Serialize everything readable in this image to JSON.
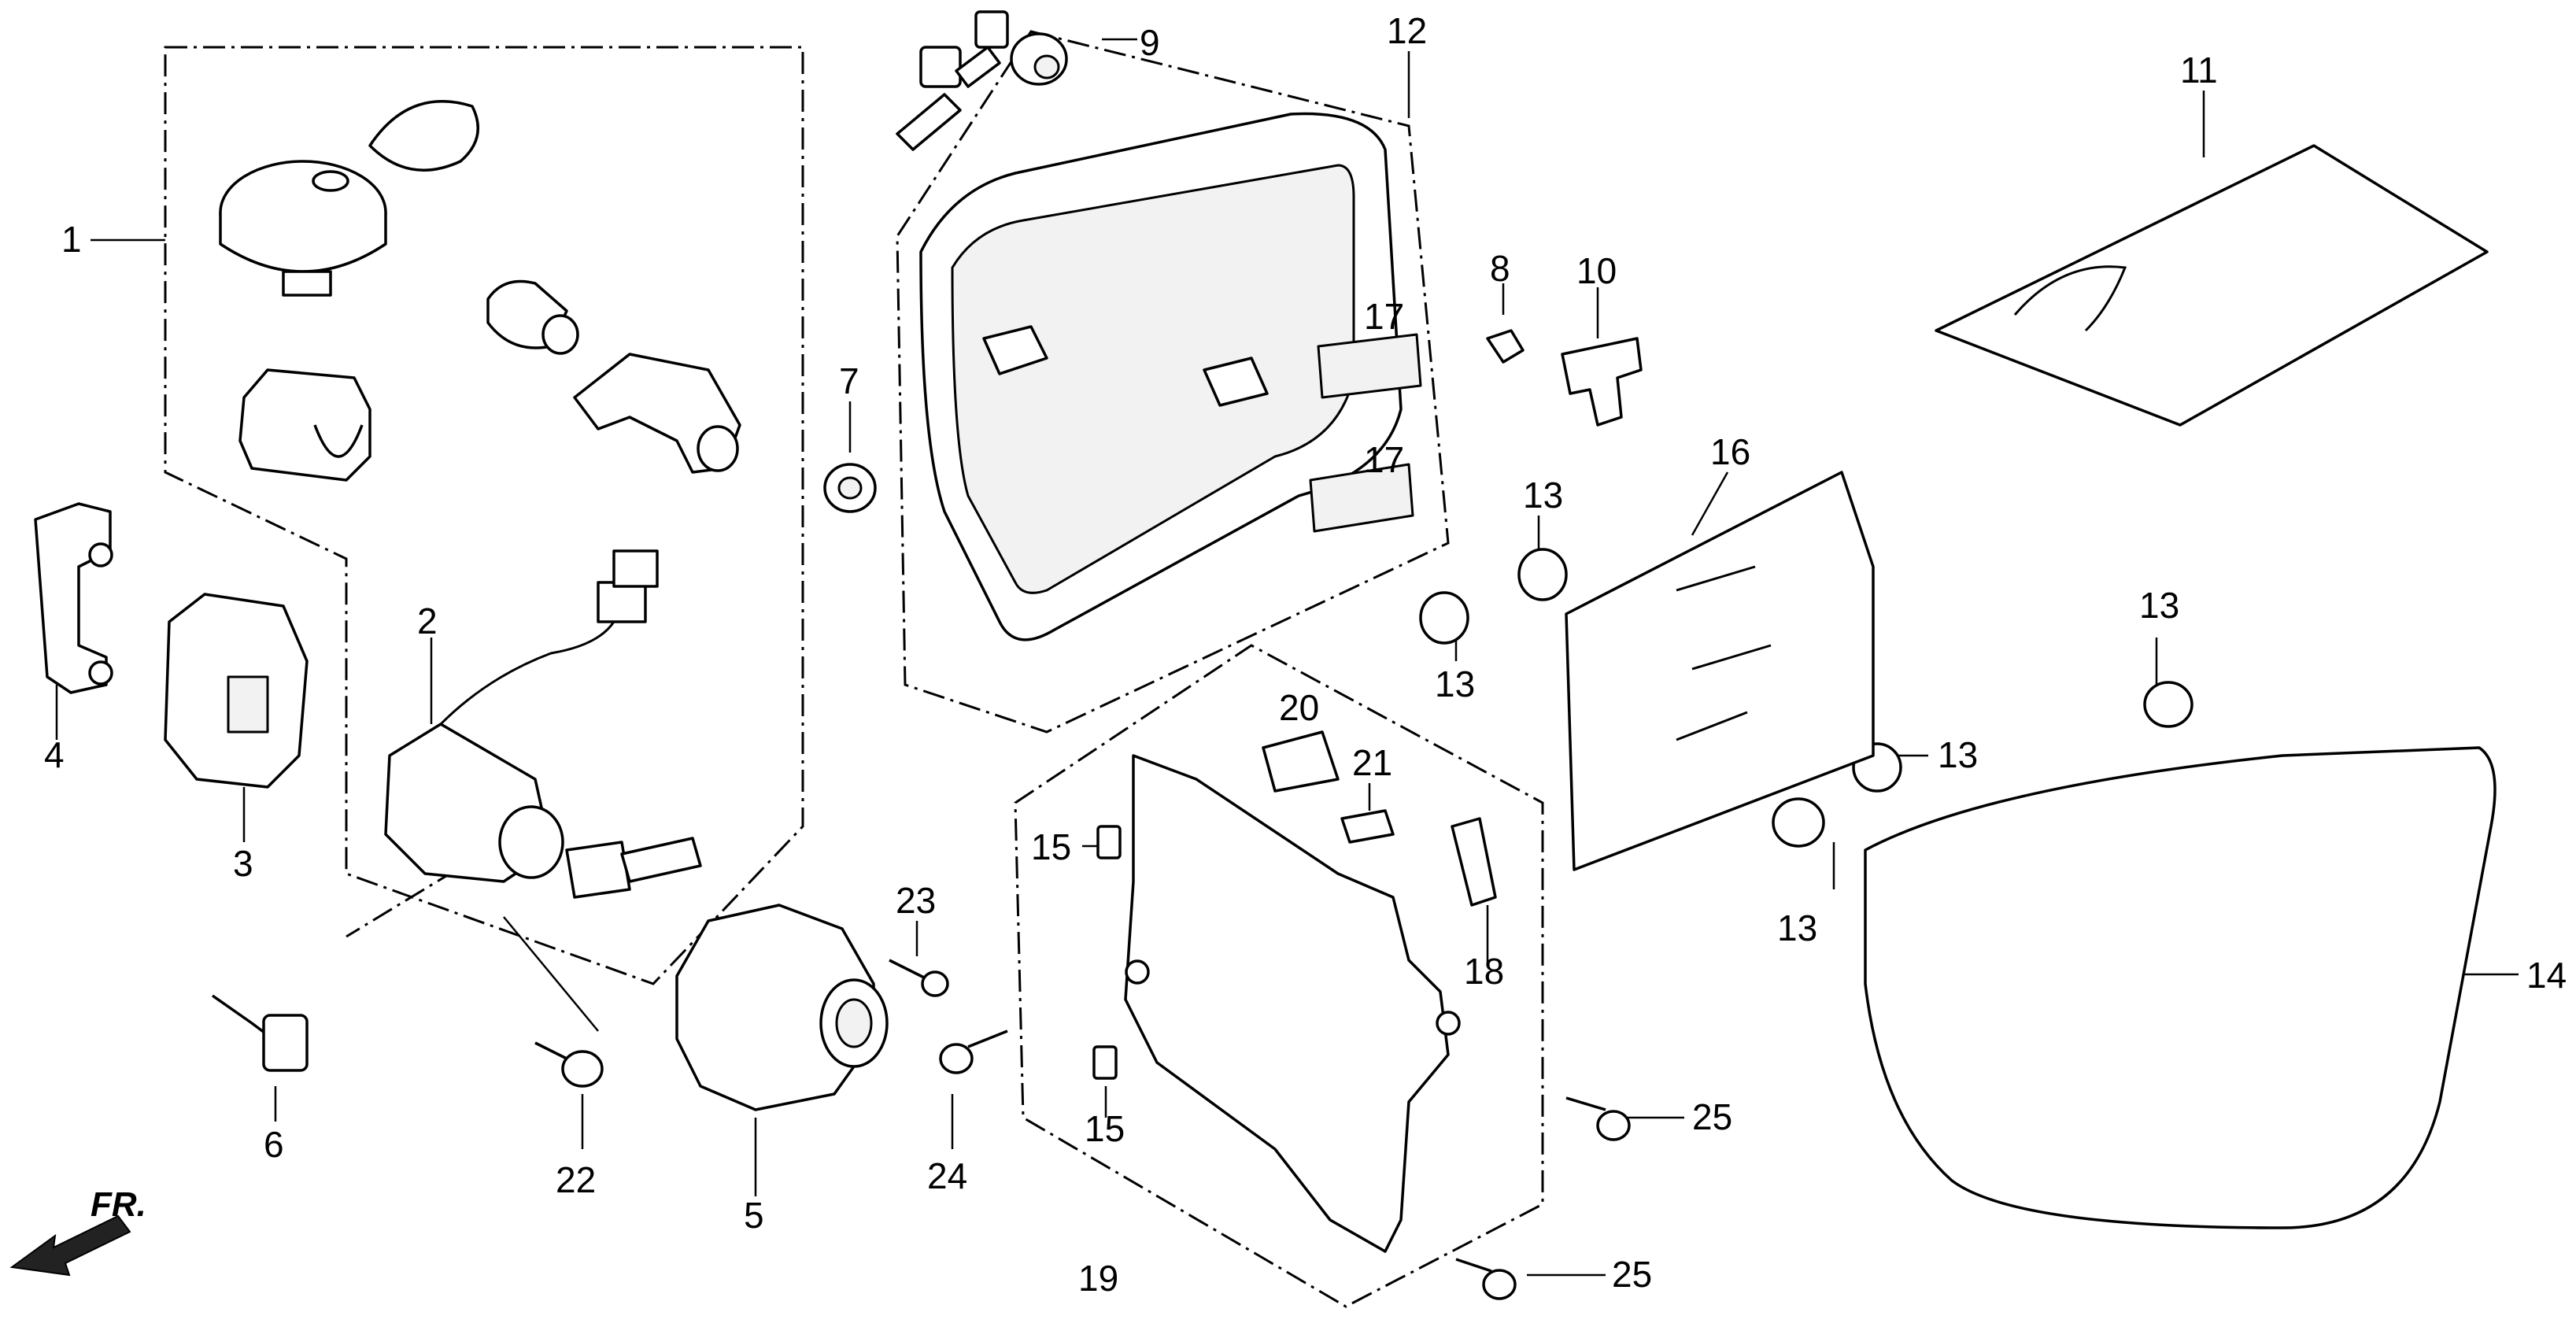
{
  "diagram": {
    "direction_label": "FR.",
    "callouts": [
      {
        "id": "c1",
        "text": "1"
      },
      {
        "id": "c2",
        "text": "2"
      },
      {
        "id": "c3",
        "text": "3"
      },
      {
        "id": "c4",
        "text": "4"
      },
      {
        "id": "c5",
        "text": "5"
      },
      {
        "id": "c6",
        "text": "6"
      },
      {
        "id": "c7",
        "text": "7"
      },
      {
        "id": "c8",
        "text": "8"
      },
      {
        "id": "c9",
        "text": "9"
      },
      {
        "id": "c10",
        "text": "10"
      },
      {
        "id": "c11",
        "text": "11"
      },
      {
        "id": "c12",
        "text": "12"
      },
      {
        "id": "c13a",
        "text": "13"
      },
      {
        "id": "c13b",
        "text": "13"
      },
      {
        "id": "c13c",
        "text": "13"
      },
      {
        "id": "c13d",
        "text": "13"
      },
      {
        "id": "c13e",
        "text": "13"
      },
      {
        "id": "c14",
        "text": "14"
      },
      {
        "id": "c15a",
        "text": "15"
      },
      {
        "id": "c15b",
        "text": "15"
      },
      {
        "id": "c16",
        "text": "16"
      },
      {
        "id": "c17a",
        "text": "17"
      },
      {
        "id": "c17b",
        "text": "17"
      },
      {
        "id": "c18",
        "text": "18"
      },
      {
        "id": "c19",
        "text": "19"
      },
      {
        "id": "c20",
        "text": "20"
      },
      {
        "id": "c21",
        "text": "21"
      },
      {
        "id": "c22",
        "text": "22"
      },
      {
        "id": "c23",
        "text": "23"
      },
      {
        "id": "c24",
        "text": "24"
      },
      {
        "id": "c25a",
        "text": "25"
      },
      {
        "id": "c25b",
        "text": "25"
      }
    ]
  }
}
